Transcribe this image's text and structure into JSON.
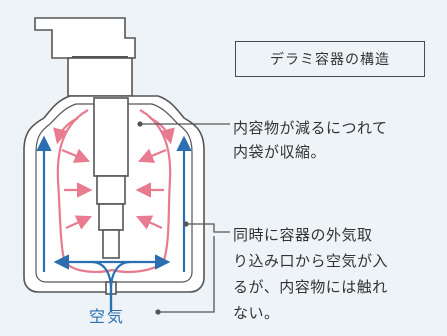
{
  "title": "デラミ容器の構造",
  "label_inner_bag": "内容物が減るにつれて\n内袋が収縮。",
  "label_air": "同時に容器の外気取\nり込み口から空気が入\nるが、内容物には触れ\nない。",
  "air_label": "空気",
  "colors": {
    "background": "#eef3f7",
    "pink_arrow": "#e87b8f",
    "blue_arrow": "#2c6fb0",
    "outline": "#555555"
  },
  "icons": [
    "pump-bottle-icon"
  ]
}
